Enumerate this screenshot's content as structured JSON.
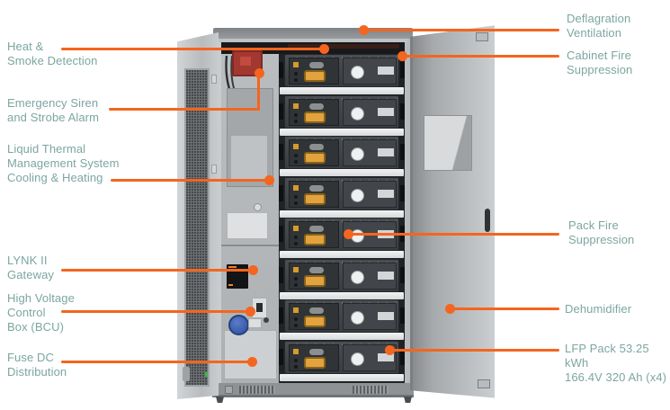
{
  "title": "Battery energy storage cabinet cutaway diagram",
  "colors": {
    "accent_orange": "#F4651F",
    "label_teal": "#7CA6A0"
  },
  "cabinet": {
    "pack_count": 8
  },
  "annotations": {
    "left": [
      {
        "id": "heat-smoke-detection",
        "text": "Heat &\nSmoke Detection"
      },
      {
        "id": "emergency-siren-strobe",
        "text": "Emergency Siren\nand Strobe Alarm"
      },
      {
        "id": "liquid-thermal-management",
        "text": "Liquid Thermal\nManagement System\nCooling & Heating"
      },
      {
        "id": "lynk-ii-gateway",
        "text": "LYNK II\nGateway"
      },
      {
        "id": "high-voltage-control-box",
        "text": "High Voltage\nControl\nBox (BCU)"
      },
      {
        "id": "fuse-dc-distribution",
        "text": "Fuse DC\nDistribution"
      }
    ],
    "right": [
      {
        "id": "deflagration-ventilation",
        "text": "Deflagration\nVentilation"
      },
      {
        "id": "cabinet-fire-suppression",
        "text": "Cabinet Fire\nSuppression"
      },
      {
        "id": "pack-fire-suppression",
        "text": "Pack Fire\nSuppression"
      },
      {
        "id": "dehumidifier",
        "text": "Dehumidifier"
      },
      {
        "id": "lfp-pack",
        "text": "LFP Pack 53.25 kWh\n166.4V 320 Ah (x4)"
      }
    ]
  }
}
